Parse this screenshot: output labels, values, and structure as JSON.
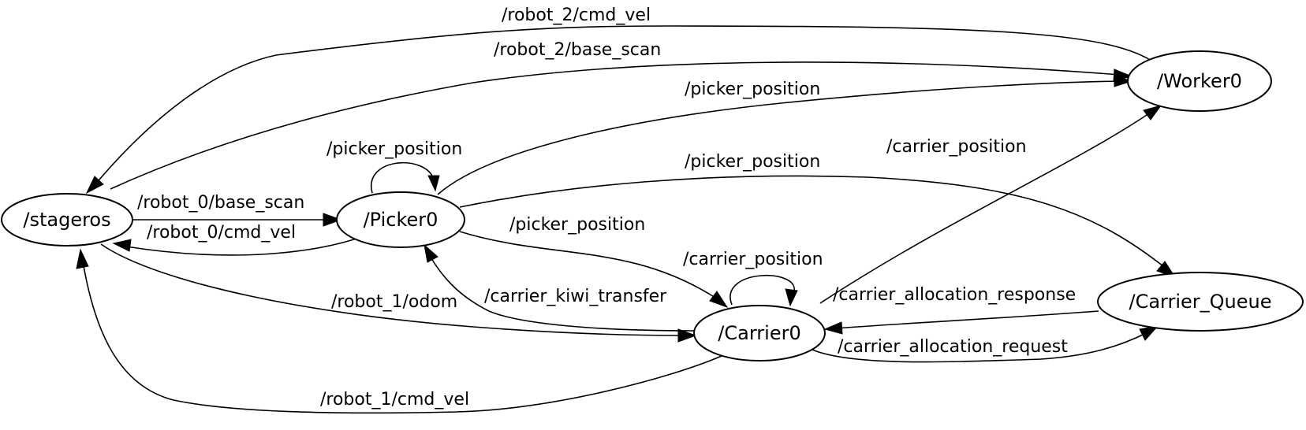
{
  "graph": {
    "nodes": {
      "stageros": "/stageros",
      "picker0": "/Picker0",
      "worker0": "/Worker0",
      "carrier0": "/Carrier0",
      "carrier_queue": "/Carrier_Queue"
    },
    "edges": {
      "robot2_cmd_vel": "/robot_2/cmd_vel",
      "robot2_base_scan": "/robot_2/base_scan",
      "picker_pos_to_worker": "/picker_position",
      "picker_pos_self": "/picker_position",
      "picker_pos_to_queue": "/picker_position",
      "carrier_pos_to_worker": "/carrier_position",
      "robot0_base_scan": "/robot_0/base_scan",
      "robot0_cmd_vel": "/robot_0/cmd_vel",
      "picker_pos_to_carrier": "/picker_position",
      "carrier_pos_self": "/carrier_position",
      "carrier_alloc_response": "/carrier_allocation_response",
      "robot1_odom": "/robot_1/odom",
      "carrier_kiwi_transfer": "/carrier_kiwi_transfer",
      "carrier_alloc_request": "/carrier_allocation_request",
      "robot1_cmd_vel": "/robot_1/cmd_vel"
    }
  }
}
